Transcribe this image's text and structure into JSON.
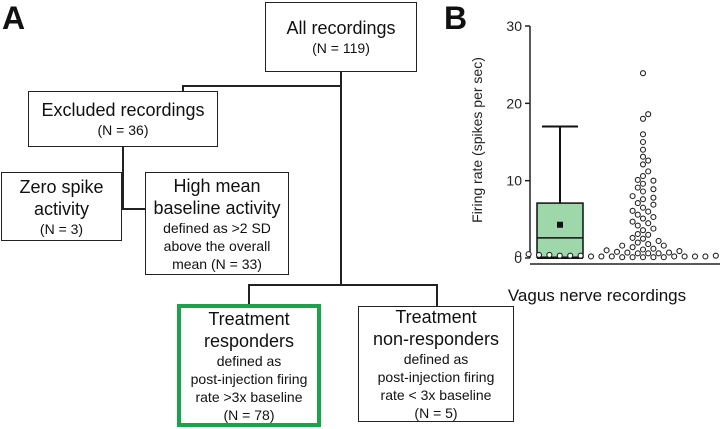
{
  "panel_a": {
    "letter": "A",
    "all": {
      "title": "All recordings",
      "n": "(N = 119)"
    },
    "excluded": {
      "title": "Excluded recordings",
      "n": "(N = 36)"
    },
    "zero": {
      "line1": "Zero spike",
      "line2": "activity",
      "n": "(N = 3)"
    },
    "high": {
      "line1": "High mean",
      "line2": "baseline activity",
      "line3": "defined as >2 SD",
      "line4": "above the overall",
      "line5": "mean (N = 33)"
    },
    "responders": {
      "line1": "Treatment",
      "line2": "responders",
      "line3": "defined as",
      "line4": "post-injection firing",
      "line5": "rate >3x baseline",
      "n": "(N = 78)",
      "border_color": "#1aa34a"
    },
    "nonresponders": {
      "line1": "Treatment",
      "line2": "non-responders",
      "line3": "defined as",
      "line4": "post-injection firing",
      "line5": "rate < 3x baseline",
      "n": "(N = 5)"
    }
  },
  "panel_b": {
    "letter": "B",
    "xlabel": "Vagus nerve recordings"
  },
  "chart_data": {
    "type": "scatter",
    "title": "",
    "ylabel": "Firing rate (spikes per sec)",
    "xlabel": "Vagus nerve recordings",
    "ylim": [
      0,
      30
    ],
    "yticks": [
      0,
      10,
      20,
      30
    ],
    "box": {
      "whisker_low": 0,
      "q1": 0.1,
      "median": 2.6,
      "q3": 7.1,
      "whisker_high": 17,
      "mean": 4.3,
      "fill": "#9dd7aa"
    },
    "points": [
      0.1,
      0.3,
      0.2,
      0.6,
      0.1,
      0.5,
      1.1,
      0.4,
      0.2,
      0.3,
      0.7,
      0.1,
      0.2,
      0.4,
      1.2,
      0.6,
      0.3,
      0.2,
      0.1,
      0.5,
      1.0,
      1.6,
      2.0,
      2.6,
      3.1,
      3.6,
      4.2,
      4.7,
      5.1,
      5.6,
      6.1,
      6.5,
      7.1,
      7.6,
      8.0,
      8.6,
      9.1,
      9.6,
      10.1,
      10.6,
      11.2,
      12.1,
      12.6,
      13.1,
      14.0,
      15.0,
      16.0,
      18.0,
      18.6,
      23.9,
      0.3,
      0.8,
      1.4,
      2.2,
      3.0,
      3.8,
      4.5,
      5.3,
      6.0,
      6.9,
      7.8,
      8.9,
      10.0,
      2.5,
      1.8,
      0.6,
      0.2,
      0.4,
      0.9,
      0.3,
      0.1,
      0.5,
      0.2,
      0.7,
      0.3,
      1.6,
      0.4,
      0.2
    ]
  }
}
